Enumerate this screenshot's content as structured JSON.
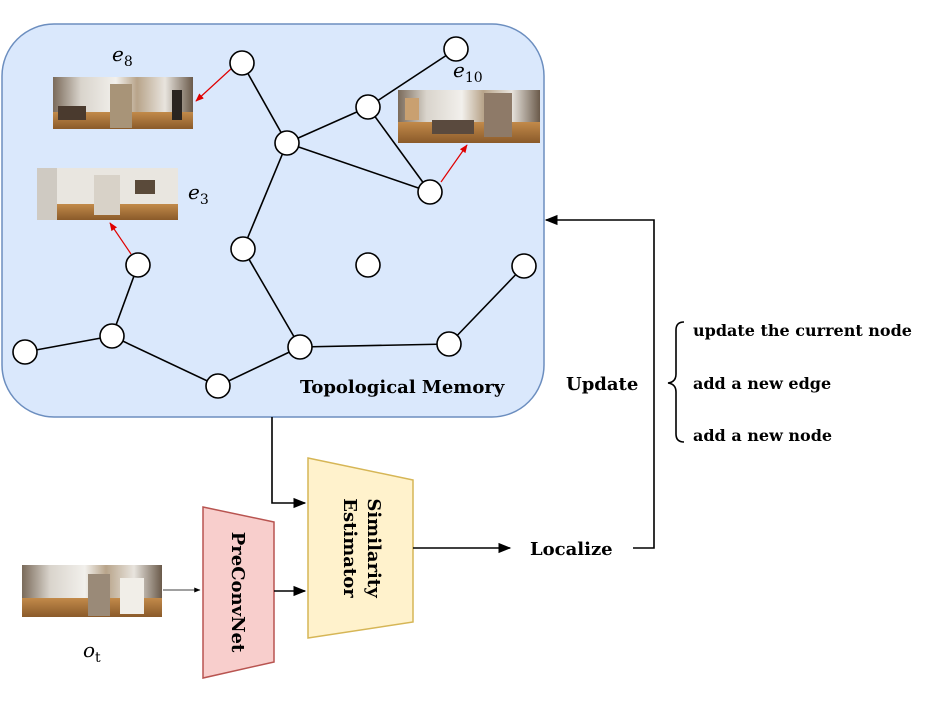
{
  "memory": {
    "title": "Topological Memory",
    "fill": "#dae8fc",
    "stroke": "#6c8ebf"
  },
  "episodes": [
    {
      "base": "e",
      "sub": "8"
    },
    {
      "base": "e",
      "sub": "10"
    },
    {
      "base": "e",
      "sub": "3"
    }
  ],
  "observation": {
    "base": "o",
    "sub": "t"
  },
  "preconvnet": {
    "label": "PreConvNet",
    "fill": "#f8cecc",
    "stroke": "#b85450"
  },
  "similarity": {
    "line1": "Similarity",
    "line2": "Estimator",
    "fill": "#fff2cc",
    "stroke": "#d6b656"
  },
  "flow": {
    "localize": "Localize",
    "update": "Update"
  },
  "update_options": [
    "update the current node",
    "add a new edge",
    "add a new node"
  ],
  "colors": {
    "edge": "#000000",
    "link": "#e00000"
  }
}
